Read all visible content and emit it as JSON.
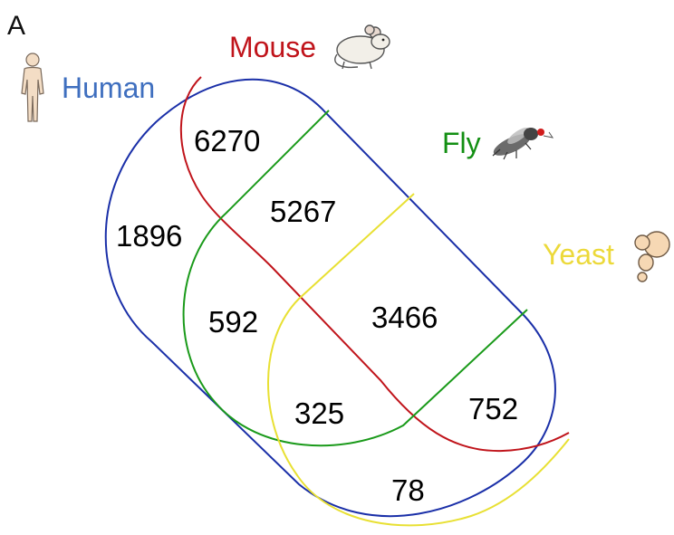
{
  "panel_label": "A",
  "species": {
    "human": {
      "label": "Human",
      "color": "#3f6fbf",
      "outline_color": "#1a2fa8",
      "icon": "human-figure-icon"
    },
    "mouse": {
      "label": "Mouse",
      "color": "#c0141b",
      "outline_color": "#c0141b",
      "icon": "mouse-icon"
    },
    "fly": {
      "label": "Fly",
      "color": "#138f13",
      "outline_color": "#1a9a1a",
      "icon": "fly-icon"
    },
    "yeast": {
      "label": "Yeast",
      "color": "#ecd93a",
      "outline_color": "#e8e033",
      "icon": "yeast-cells-icon"
    }
  },
  "regions": {
    "human_mouse": "6270",
    "human_only": "1896",
    "human_mouse_fly": "5267",
    "human_fly": "592",
    "all_four": "3466",
    "human_fly_yeast": "325",
    "human_mouse_fly_yeast_right": "752",
    "human_yeast": "78"
  }
}
